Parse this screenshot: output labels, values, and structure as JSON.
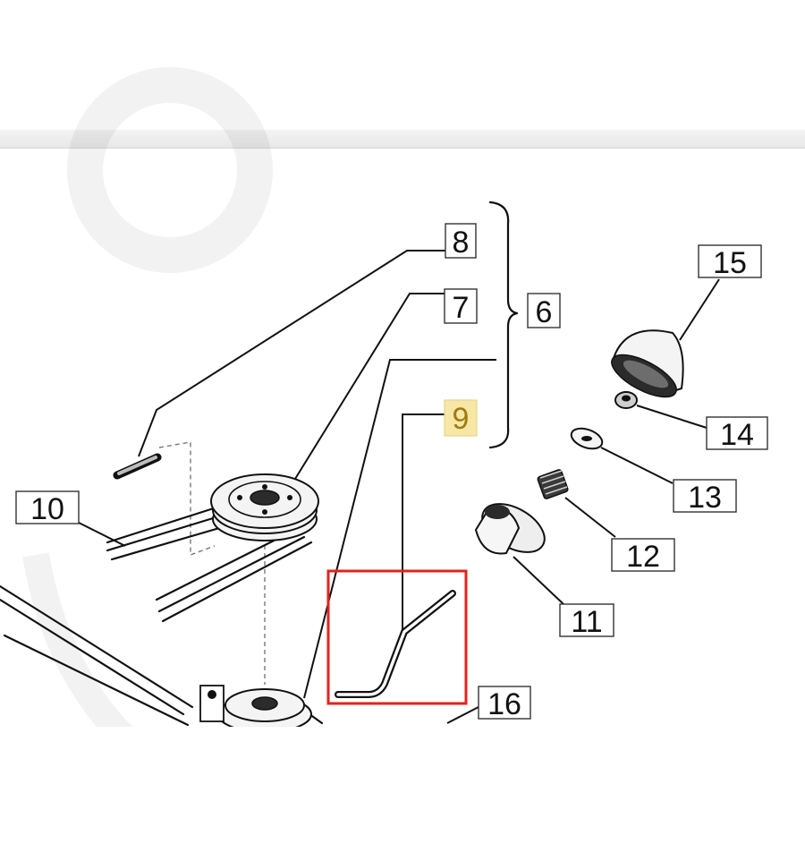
{
  "labels": {
    "l6": "6",
    "l7": "7",
    "l8": "8",
    "l9": "9",
    "l10": "10",
    "l11": "11",
    "l12": "12",
    "l13": "13",
    "l14": "14",
    "l15": "15",
    "l16": "16"
  },
  "colors": {
    "highlight_box": "#f6e7a6",
    "highlight_text": "#a07a10",
    "selection_frame": "#e3221d",
    "ink": "#111111"
  }
}
